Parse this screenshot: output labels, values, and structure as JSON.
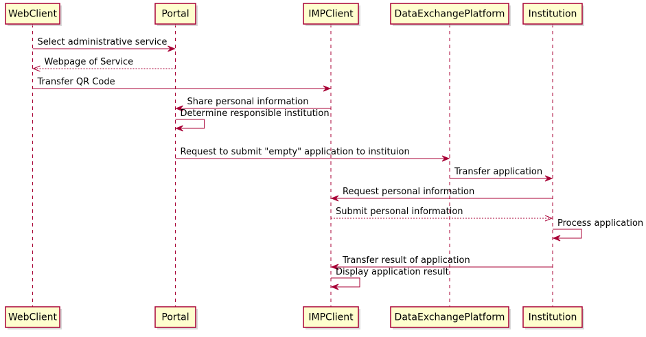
{
  "participants": [
    {
      "id": "webclient",
      "label": "WebClient"
    },
    {
      "id": "portal",
      "label": "Portal"
    },
    {
      "id": "impclient",
      "label": "IMPClient"
    },
    {
      "id": "dataexchange",
      "label": "DataExchangePlatform"
    },
    {
      "id": "institution",
      "label": "Institution"
    }
  ],
  "messages": [
    {
      "from": "webclient",
      "to": "portal",
      "label": "Select administrative service",
      "style": "solid"
    },
    {
      "from": "portal",
      "to": "webclient",
      "label": "Webpage of Service",
      "style": "dashed"
    },
    {
      "from": "webclient",
      "to": "impclient",
      "label": "Transfer QR Code",
      "style": "solid"
    },
    {
      "from": "impclient",
      "to": "portal",
      "label": "Share personal information",
      "style": "solid"
    },
    {
      "from": "portal",
      "to": "portal",
      "label": "Determine responsible institution",
      "style": "solid"
    },
    {
      "from": "portal",
      "to": "dataexchange",
      "label": "Request to submit \"empty\" application to instituion",
      "style": "solid"
    },
    {
      "from": "dataexchange",
      "to": "institution",
      "label": "Transfer application",
      "style": "solid"
    },
    {
      "from": "institution",
      "to": "impclient",
      "label": "Request personal information",
      "style": "solid"
    },
    {
      "from": "impclient",
      "to": "institution",
      "label": "Submit personal information",
      "style": "dashed"
    },
    {
      "from": "institution",
      "to": "institution",
      "label": "Process application",
      "style": "solid"
    },
    {
      "from": "institution",
      "to": "impclient",
      "label": "Transfer result of application",
      "style": "solid"
    },
    {
      "from": "impclient",
      "to": "impclient",
      "label": "Display application result",
      "style": "solid"
    }
  ]
}
